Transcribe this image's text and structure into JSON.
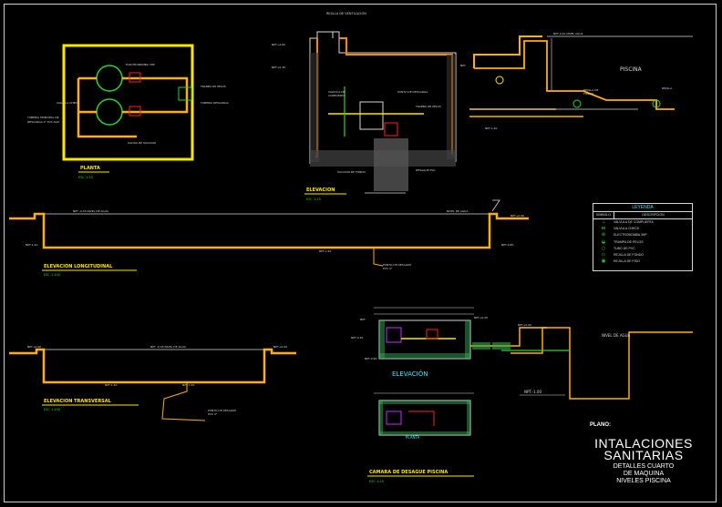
{
  "title": {
    "plano": "PLANO:",
    "main_line1": "INTALACIONES",
    "main_line2": "SANITARIAS",
    "sub_line1": "DETALLES CUARTO",
    "sub_line2": "DE MAQUINA",
    "sub_line3": "NIVELES PISCINA"
  },
  "labels": {
    "piscina": "PISCINA",
    "elevacion": "ELEVACIÓN",
    "planta": "PLANTA",
    "npt": "NPT.-1.00"
  },
  "legend": {
    "title": "LEYENDA",
    "col_symbol": "SIMBOLO",
    "col_desc": "DESCRIPCION",
    "rows": [
      {
        "symbol": "⊥",
        "desc": "VALVULA DE COMPUERTA"
      },
      {
        "symbol": "⋈",
        "desc": "VALVULA CHECK"
      },
      {
        "symbol": "⊛",
        "desc": "ELECTROBOMBA 3HP"
      },
      {
        "symbol": "◒",
        "desc": "TRAMPA DE PELOS"
      },
      {
        "symbol": "○",
        "desc": "TUBO DE PVC"
      },
      {
        "symbol": "▭",
        "desc": "REJILLA DE FONDO"
      },
      {
        "symbol": "▣",
        "desc": "REJILLA DE PISO"
      }
    ]
  },
  "colors": {
    "background": "#000000",
    "pipe": "#ffb000",
    "wall": "#ffe600",
    "text": "#d8d8d8",
    "accent": "#3ee8ff",
    "green": "#2bd62b",
    "red": "#ff2020"
  }
}
